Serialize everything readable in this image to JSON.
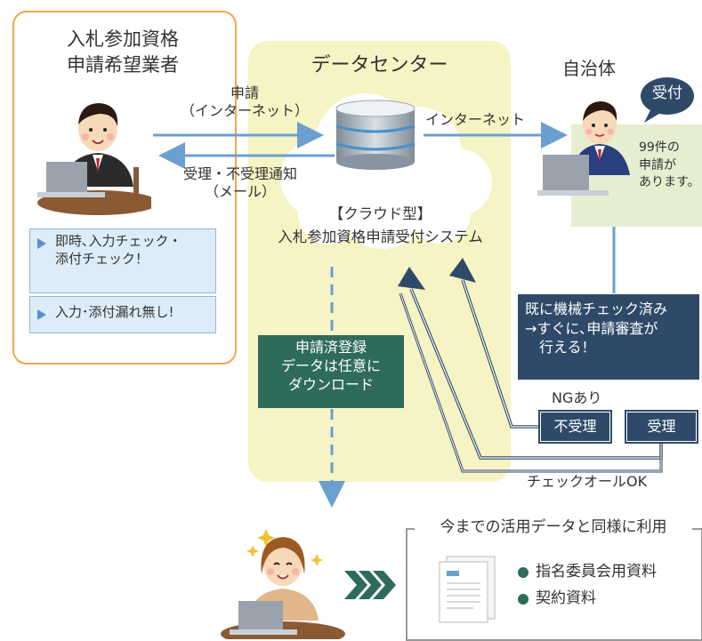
{
  "applicant": {
    "title": "入札参加資格\n申請希望業者",
    "checks": [
      "即時､入力チェック・\n添付チェック！",
      "入力･添付漏れ無し!"
    ]
  },
  "flows": {
    "apply_label": "申請\n（インターネット）",
    "notify_label": "受理・不受理通知\n（メール）",
    "internet_label": "インターネット"
  },
  "datacenter": {
    "title": "データセンター",
    "system_name": "【クラウド型】\n入札参加資格申請受付システム",
    "download_note": "申請済登録\nデータは任意に\nダウンロード"
  },
  "municipality": {
    "title": "自治体",
    "bubble": "受付",
    "notice": "99件の\n申請が\nあります。",
    "already_checked": "既に機械チェック済み\n→すぐに､申請審査が\n　行える！"
  },
  "review": {
    "ng_label": "NGあり",
    "reject_button": "不受理",
    "accept_button": "受理",
    "all_ok_label": "チェックオールOK"
  },
  "reuse": {
    "title": "今までの活用データと同様に利用",
    "items": [
      "指名委員会用資料",
      "契約資料"
    ]
  },
  "colors": {
    "panel": "#f6f4c4",
    "applicant_border": "#f0a650",
    "flow_arrow": "#6a9fd0",
    "navy": "#2f4a68",
    "green": "#2f6b5b",
    "bullet": "#2f6b5b"
  }
}
